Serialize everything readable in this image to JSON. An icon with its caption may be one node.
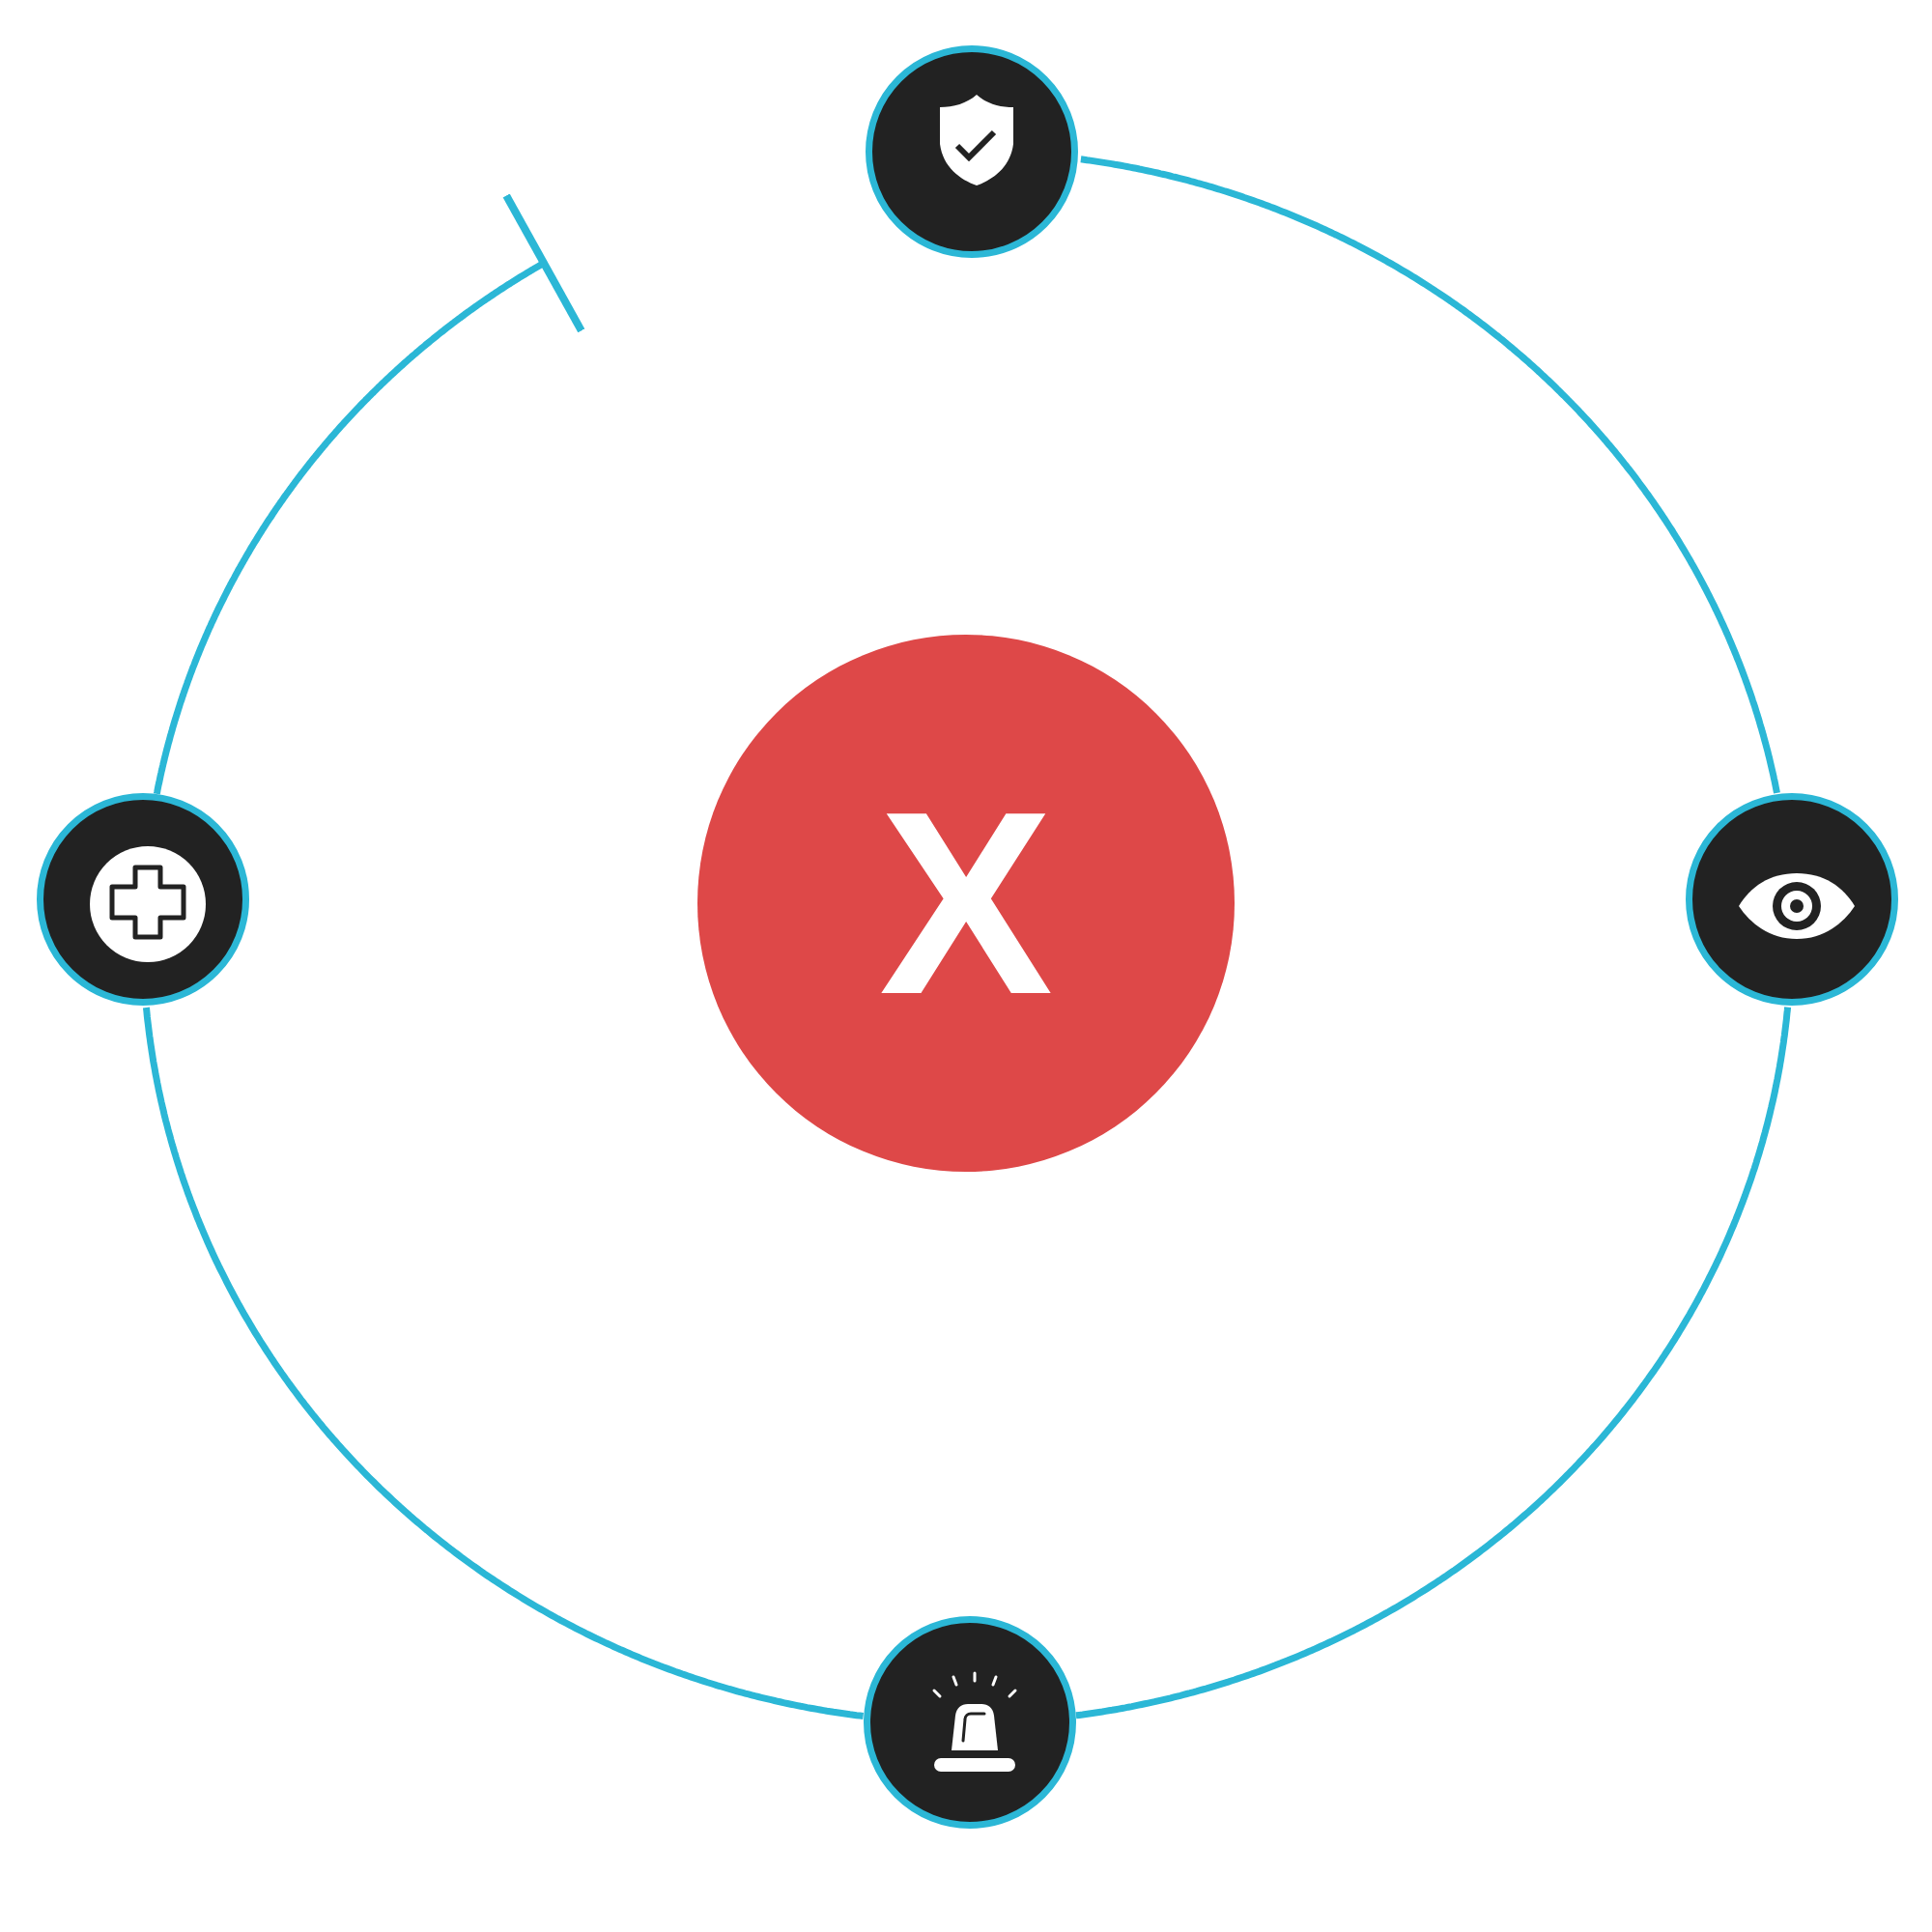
{
  "diagram": {
    "nodes": [
      {
        "text": [
          "X"
        ]
      },
      {
        "text": [],
        "shape": "circle"
      },
      {
        "text": [],
        "shape": "circle"
      },
      {
        "text": [],
        "shape": "circle"
      },
      {
        "text": [],
        "shape": "circle"
      }
    ],
    "edges": [
      {
        "from": 1,
        "to": 2,
        "arrow": "none"
      },
      {
        "from": 2,
        "to": 3,
        "arrow": "none"
      },
      {
        "from": 3,
        "to": 4,
        "arrow": "none"
      },
      {
        "from": 4,
        "to": null,
        "arrow": "other"
      }
    ]
  }
}
